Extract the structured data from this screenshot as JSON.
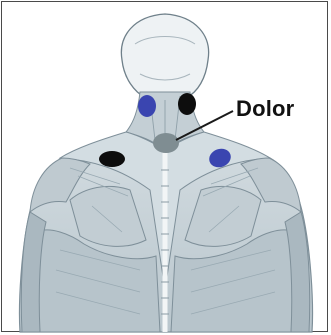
{
  "label": {
    "text": "Dolor"
  },
  "colors": {
    "muscle_fill": "#c9d3d8",
    "muscle_shadow": "#9aaab3",
    "muscle_line": "#7e8f99",
    "skin_light": "#e8eef1",
    "marker_blue": "#3a45b0",
    "marker_black": "#0d0d0d",
    "marker_gray": "#7f8d92",
    "leader_line": "#1a1a1a"
  },
  "markers": [
    {
      "name": "marker-left-neck-blue",
      "color": "blue"
    },
    {
      "name": "marker-right-neck-black",
      "color": "black"
    },
    {
      "name": "marker-center-gray",
      "color": "gray"
    },
    {
      "name": "marker-left-shoulder-black",
      "color": "black"
    },
    {
      "name": "marker-right-shoulder-blue",
      "color": "blue"
    }
  ]
}
